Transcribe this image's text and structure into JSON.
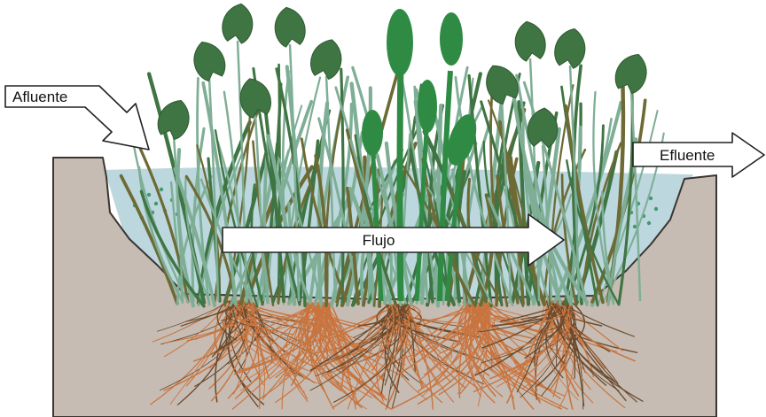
{
  "labels": {
    "inflow": "Afluente",
    "outflow": "Efluente",
    "flow": "Flujo"
  },
  "colors": {
    "soil": "#c6bcb3",
    "soil_outline": "#3a3530",
    "water": "#bcd8de",
    "water_dots": "#3f9a72",
    "leaf_light": "#7fae96",
    "leaf_dark": "#3f7443",
    "stem_olive": "#6d6a35",
    "cattail": "#2f8b44",
    "root_brown": "#6b4a2c",
    "root_orange": "#c9743e"
  }
}
